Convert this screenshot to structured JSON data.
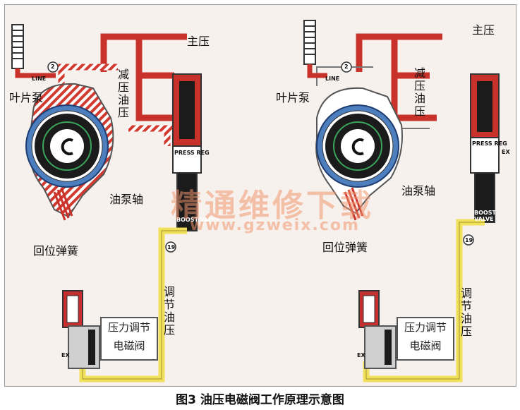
{
  "figure": {
    "caption": "图3 油压电磁阀工作原理示意图",
    "watermark_cn": "精通维修下载",
    "watermark_url": "www.gzweix.com"
  },
  "colors": {
    "main_pressure": "#c8322a",
    "reduced_pressure": "#e0574a",
    "regulated_pressure": "#f1e05a",
    "pump_ring": "#4d7fbe",
    "solenoid": "#c62f2f"
  },
  "left": {
    "main_pressure": "主压",
    "line": "LINE",
    "circle_num": "2",
    "reduced_pressure": [
      "减",
      "压",
      "油",
      "压"
    ],
    "vane_pump": "叶片泵",
    "pump_shaft": "油泵轴",
    "return_spring": "回位弹簧",
    "press_reg": "PRESS REG",
    "boost_valve": "BOOST VALVE",
    "circle_num2": "19",
    "regulated_pressure": [
      "调",
      "节",
      "油",
      "压"
    ],
    "solenoid_box": [
      "压力调节",
      "电磁阀"
    ],
    "ex": "EX"
  },
  "right": {
    "main_pressure": "主压",
    "line": "LINE",
    "circle_num": "2",
    "reduced_pressure": [
      "减",
      "压",
      "油",
      "压"
    ],
    "vane_pump": "叶片泵",
    "pump_shaft": "油泵轴",
    "return_spring": "回位弹簧",
    "press_reg": "PRESS REG",
    "boost_valve": "BOOST VALVE",
    "circle_num2": "19",
    "ex_valve": "EX",
    "regulated_pressure": [
      "调",
      "节",
      "油",
      "压"
    ],
    "solenoid_box": [
      "压力调节",
      "电磁阀"
    ],
    "ex": "EX"
  }
}
